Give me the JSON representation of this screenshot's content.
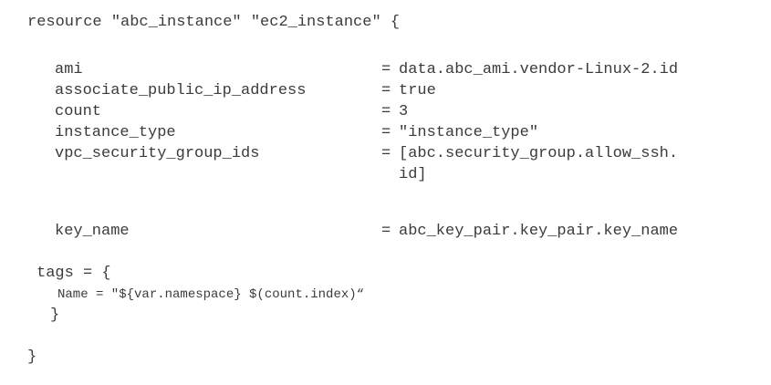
{
  "code": {
    "language": "terraform",
    "background_color": "#ffffff",
    "text_color": "#3b3b3b",
    "header_line": "resource \"abc_instance\" \"ec2_instance\" {",
    "attributes": [
      {
        "name": "ami",
        "equals": "=",
        "value": "data.abc_ami.vendor-Linux-2.id",
        "continuation": ""
      },
      {
        "name": "associate_public_ip_address",
        "equals": "=",
        "value": "true",
        "continuation": ""
      },
      {
        "name": "count",
        "equals": "=",
        "value": "3",
        "continuation": ""
      },
      {
        "name": "instance_type",
        "equals": "=",
        "value": "\"instance_type\"",
        "continuation": ""
      },
      {
        "name": "vpc_security_group_ids",
        "equals": "=",
        "value": "[abc.security_group.allow_ssh.",
        "continuation": "id]"
      },
      {
        "name": "key_name",
        "equals": "=",
        "value": "abc_key_pair.key_pair.key_name",
        "continuation": ""
      }
    ],
    "tags_block": {
      "open_line": "tags = {",
      "name_line": "Name = \"${var.namespace} $(count.index)“",
      "close_line": "}"
    },
    "closing_brace": "}"
  }
}
